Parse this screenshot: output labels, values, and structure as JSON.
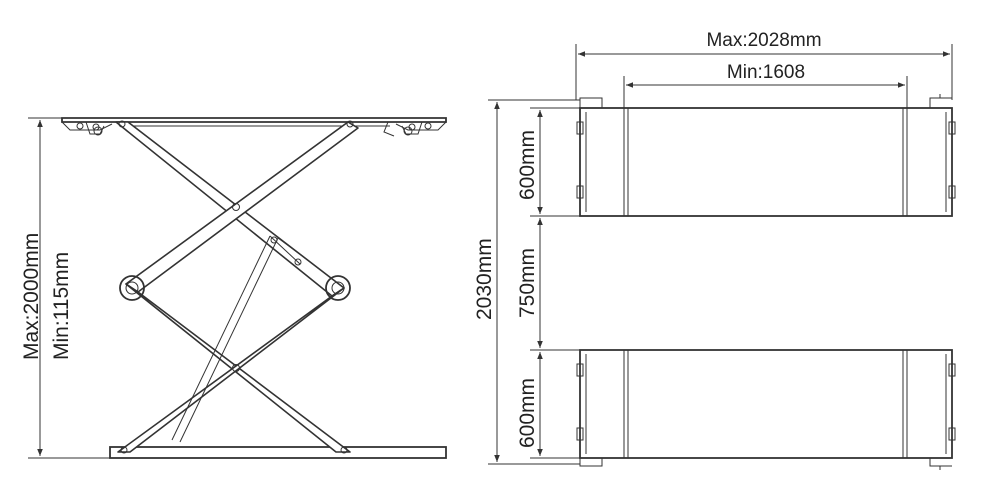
{
  "colors": {
    "line": "#333333",
    "background": "#ffffff"
  },
  "side_view": {
    "height_max_label": "Max:2000mm",
    "height_min_label": "Min:115mm"
  },
  "top_view": {
    "width_max_label": "Max:2028mm",
    "width_min_label": "Min:1608",
    "total_length_label": "2030mm",
    "platform_top_label": "600mm",
    "gap_label": "750mm",
    "platform_bottom_label": "600mm"
  }
}
